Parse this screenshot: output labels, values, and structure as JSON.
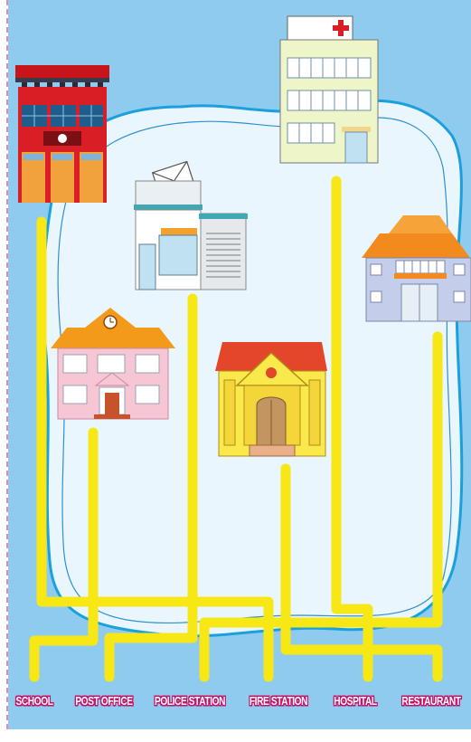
{
  "destinations": [
    {
      "id": "school",
      "label": "SCHOOL"
    },
    {
      "id": "post-office",
      "label": "POST OFFICE"
    },
    {
      "id": "police-station",
      "label": "POLICE STATION"
    },
    {
      "id": "fire-station",
      "label": "FIRE STATION"
    },
    {
      "id": "hospital",
      "label": "HOSPITAL"
    },
    {
      "id": "restaurant",
      "label": "RESTAURANT"
    }
  ],
  "buildings": [
    "fire-station",
    "hospital",
    "post-office",
    "restaurant",
    "school",
    "police-station"
  ],
  "colors": {
    "background": "#8ecbef",
    "land": "#eaf6fd",
    "path": "#f7e815",
    "label_fill": "#ffffff",
    "label_outline": "#c2156b",
    "border_dash": "#e58ab2"
  }
}
